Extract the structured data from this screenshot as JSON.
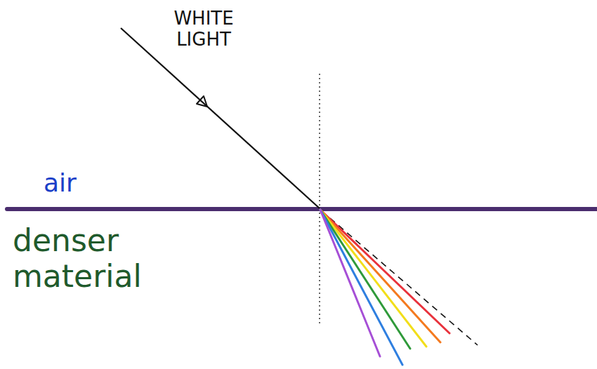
{
  "diagram": {
    "labels": [
      "WHITE LIGHT",
      "air",
      "denser material"
    ]
  }
}
